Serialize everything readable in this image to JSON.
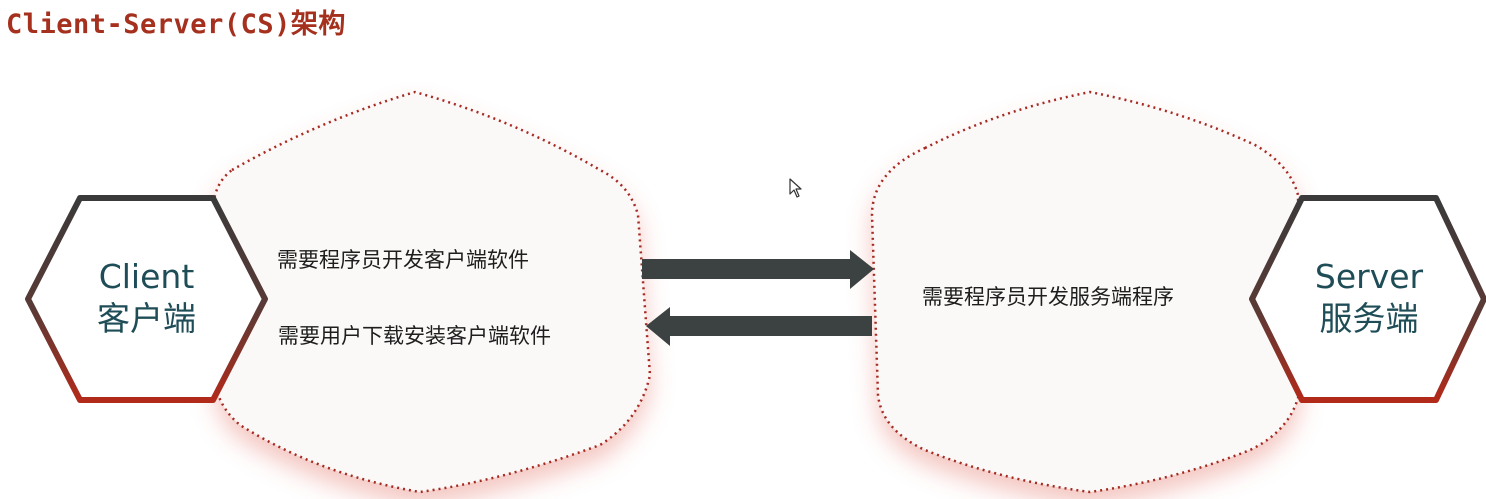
{
  "title": "Client-Server(CS)架构",
  "client": {
    "label_en": "Client",
    "label_zh": "客户端",
    "notes": [
      "需要程序员开发客户端软件",
      "需要用户下载安装客户端软件"
    ]
  },
  "server": {
    "label_en": "Server",
    "label_zh": "服务端",
    "notes": [
      "需要程序员开发服务端程序"
    ]
  },
  "colors": {
    "title": "#a5301e",
    "hex_border_top": "#3a3a3a",
    "hex_border_bottom": "#b22a1a",
    "dotted_border": "#a52a20",
    "arrow": "#3c4242",
    "hex_text": "#1f4d57"
  }
}
